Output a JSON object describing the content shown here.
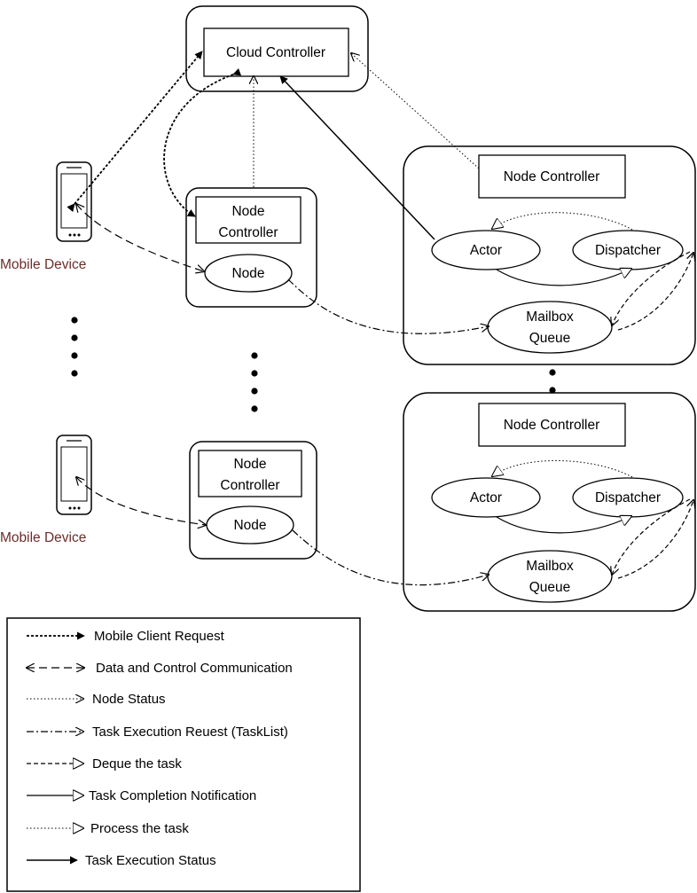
{
  "cloud_controller": "Cloud Controller",
  "node_controller": "Node Controller",
  "node_controller_line1": "Node",
  "node_controller_line2": "Controller",
  "node": "Node",
  "actor": "Actor",
  "dispatcher": "Dispatcher",
  "mailbox_line1": "Mailbox",
  "mailbox_line2": "Queue",
  "mobile_device": "Mobile Device",
  "legend": [
    {
      "label": "Mobile Client Request"
    },
    {
      "label": "Data and Control Communication"
    },
    {
      "label": "Node Status"
    },
    {
      "label": "Task Execution Reuest (TaskList)"
    },
    {
      "label": "Deque the task"
    },
    {
      "label": "Task Completion Notification"
    },
    {
      "label": "Process the task"
    },
    {
      "label": "Task Execution Status"
    }
  ]
}
